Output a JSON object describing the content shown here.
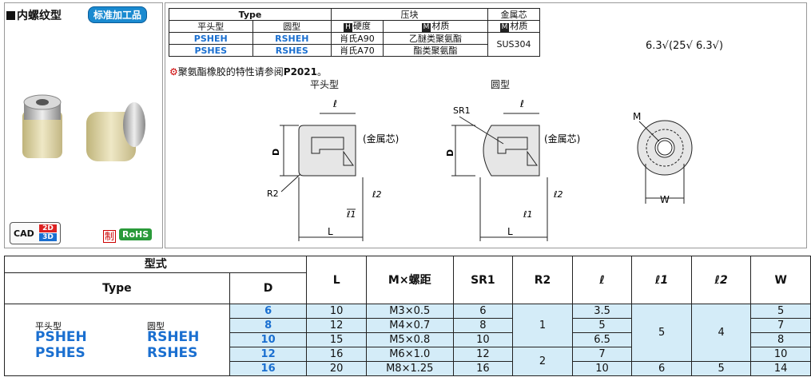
{
  "header": {
    "title": "内螺纹型",
    "badge": "标准加工品"
  },
  "left_panel": {
    "cad": "CAD",
    "cad_2d": "2D",
    "cad_3d": "3D",
    "zhi": "制",
    "rohs": "RoHS"
  },
  "material_table": {
    "type_header": "Type",
    "pad_header": "压块",
    "core_header": "金属芯",
    "col_flat": "平头型",
    "col_round": "圆型",
    "hard_label": "硬度",
    "mat_label": "材质",
    "core_mat_label": "材质",
    "rows": [
      {
        "flat": "PSHEH",
        "round": "RSHEH",
        "hardness": "肖氏A90",
        "material": "乙醚类聚氨酯"
      },
      {
        "flat": "PSHES",
        "round": "RSHES",
        "hardness": "肖氏A70",
        "material": "酯类聚氨酯"
      }
    ],
    "core_material": "SUS304"
  },
  "surface_note": "6.3√(25√ 6.3√)",
  "note": {
    "text": "聚氨酯橡胶的特性请参阅",
    "ref": "P2021",
    "end": "。"
  },
  "drawings": {
    "flat_label": "平头型",
    "round_label": "圆型",
    "core": "(金属芯)",
    "dim_L": "L",
    "dim_D": "D",
    "dim_l": "ℓ",
    "dim_l1": "ℓ1",
    "dim_l2": "ℓ2",
    "R2": "R2",
    "SR1": "SR1",
    "M": "M",
    "W": "W",
    "rough_25": "25",
    "rough_63": "6.3"
  },
  "main_table": {
    "h_model": "型式",
    "h_type": "Type",
    "h_D": "D",
    "h_L": "L",
    "h_M": "M×螺距",
    "h_SR1": "SR1",
    "h_R2": "R2",
    "h_l": "ℓ",
    "h_l1": "ℓ1",
    "h_l2": "ℓ2",
    "h_W": "W",
    "type_flat_label": "平头型",
    "type_round_label": "圆型",
    "type_flat_1": "PSHEH",
    "type_flat_2": "PSHES",
    "type_round_1": "RSHEH",
    "type_round_2": "RSHES",
    "rows": [
      {
        "D": "6",
        "L": "10",
        "M": "M3×0.5",
        "SR1": "6",
        "l": "3.5",
        "W": "5"
      },
      {
        "D": "8",
        "L": "12",
        "M": "M4×0.7",
        "SR1": "8",
        "l": "5",
        "W": "7"
      },
      {
        "D": "10",
        "L": "15",
        "M": "M5×0.8",
        "SR1": "10",
        "l": "6.5",
        "W": "8"
      },
      {
        "D": "12",
        "L": "16",
        "M": "M6×1.0",
        "SR1": "12",
        "l": "7",
        "W": "10"
      },
      {
        "D": "16",
        "L": "20",
        "M": "M8×1.25",
        "SR1": "16",
        "l": "10",
        "W": "14"
      }
    ],
    "R2_a": "1",
    "R2_b": "2",
    "l1_a": "5",
    "l1_b": "6",
    "l2_a": "4",
    "l2_b": "5"
  }
}
